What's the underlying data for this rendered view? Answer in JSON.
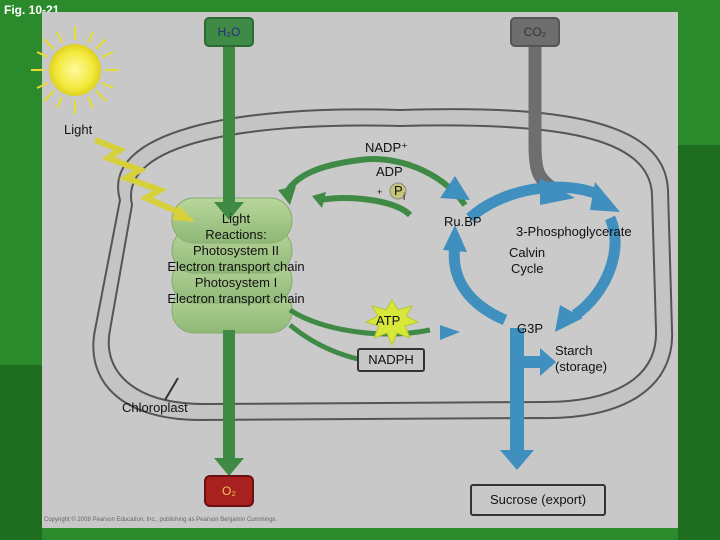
{
  "figure": {
    "label": "Fig. 10-21"
  },
  "molecules": {
    "h2o": "H₂O",
    "co2": "CO₂",
    "o2": "O₂"
  },
  "labels": {
    "light": "Light",
    "nadp": "NADP⁺",
    "adp": "ADP",
    "plus": "+",
    "pi_p": "P",
    "pi_sub": "i",
    "light_reactions": [
      "Light",
      "Reactions:",
      "Photosystem II",
      "Electron transport chain",
      "Photosystem I",
      "Electron transport chain"
    ],
    "rubp": "Ru.BP",
    "pga": "3-Phosphoglycerate",
    "calvin_1": "Calvin",
    "calvin_2": "Cycle",
    "atp": "ATP",
    "g3p": "G3P",
    "nadph": "NADPH",
    "starch_1": "Starch",
    "starch_2": "(storage)",
    "chloroplast": "Chloroplast",
    "sucrose": "Sucrose (export)"
  },
  "copyright": "Copyright © 2008 Pearson Education, Inc., publishing as Pearson Benjamin Cummings.",
  "colors": {
    "background": "#2e8a2e",
    "panel": "#c8c8c8",
    "green_arrow": "#3f8a45",
    "blue_arrow": "#3f8fbf",
    "gray_arrow": "#6e6e6e",
    "sun": "#f3ea3c",
    "atp_star": "#d8e83a"
  }
}
